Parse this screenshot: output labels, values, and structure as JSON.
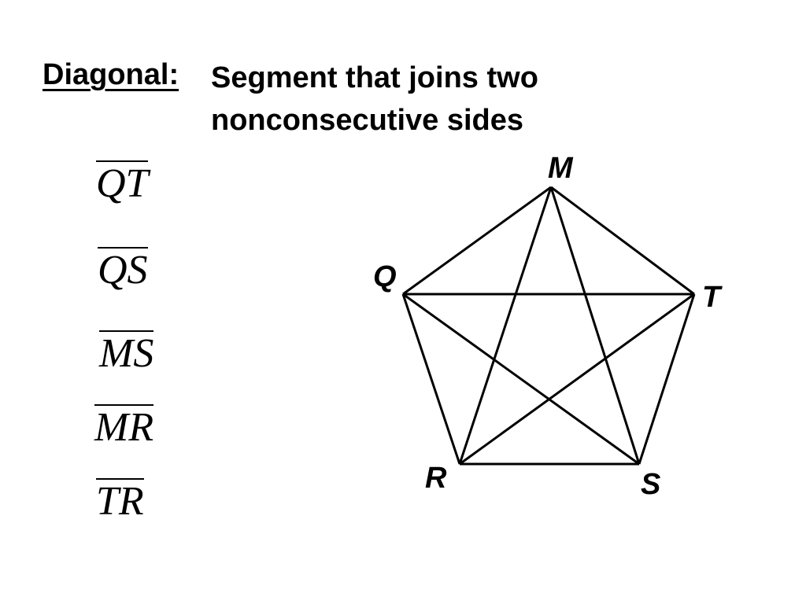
{
  "term": "Diagonal:",
  "definition": "Segment that joins two nonconsecutive sides",
  "segments": [
    "QT",
    "QS",
    "MS",
    "MR",
    "TR"
  ],
  "vertices": {
    "M": "M",
    "Q": "Q",
    "T": "T",
    "R": "R",
    "S": "S"
  },
  "colors": {
    "stroke": "#000000",
    "background": "#ffffff"
  }
}
